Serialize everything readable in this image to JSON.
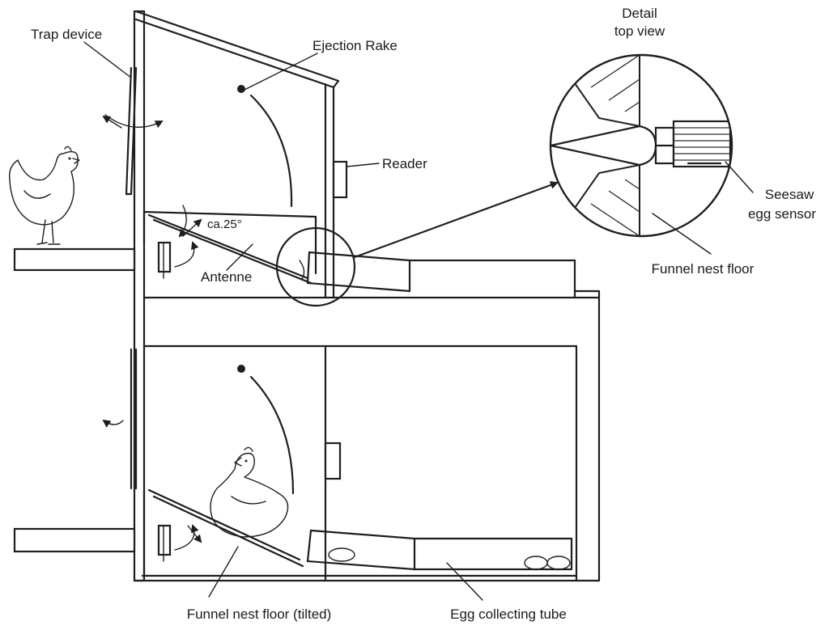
{
  "labels": {
    "trap_device": "Trap device",
    "ejection_rake": "Ejection Rake",
    "reader": "Reader",
    "angle": "ca.25°",
    "antenne": "Antenne",
    "detail_line1": "Detail",
    "detail_line2": "top view",
    "seesaw_line1": "Seesaw",
    "seesaw_line2": "egg sensor",
    "funnel_nest_floor": "Funnel nest floor",
    "funnel_nest_floor_tilted": "Funnel nest floor (tilted)",
    "egg_collecting_tube": "Egg collecting tube"
  },
  "colors": {
    "line": "#1e1e1e",
    "background": "#ffffff"
  }
}
